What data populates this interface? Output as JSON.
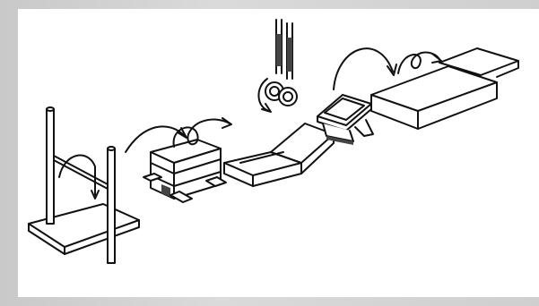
{
  "illustration": {
    "background_color": "#d4d4d4",
    "canvas_color": "#ffffff",
    "line_color": "#111111",
    "stations": [
      "high-bar-over-mat",
      "vaulting-box",
      "tumbling-mats",
      "gymnastic-rings",
      "springboard",
      "landing-mat"
    ]
  }
}
